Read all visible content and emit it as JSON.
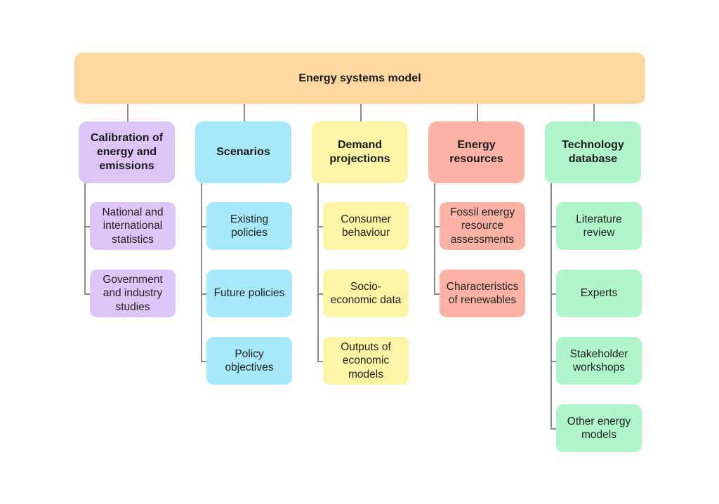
{
  "root": {
    "label": "Energy systems model",
    "color": "#fed8a0"
  },
  "columns": [
    {
      "label": "Calibration of energy and emissions",
      "color": "#dcc5f7",
      "children": [
        "National and international statistics",
        "Government and industry studies"
      ]
    },
    {
      "label": "Scenarios",
      "color": "#a8e8fb",
      "children": [
        "Existing policies",
        "Future policies",
        "Policy objectives"
      ]
    },
    {
      "label": "Demand projections",
      "color": "#fdf4a6",
      "children": [
        "Consumer behaviour",
        "Socio-economic data",
        "Outputs of economic models"
      ]
    },
    {
      "label": "Energy resources",
      "color": "#fdb2a6",
      "children": [
        "Fossil energy resource assessments",
        "Characteristics of renewables"
      ]
    },
    {
      "label": "Technology database",
      "color": "#b1f5cb",
      "children": [
        "Literature review",
        "Experts",
        "Stakeholder workshops",
        "Other energy models"
      ]
    }
  ]
}
